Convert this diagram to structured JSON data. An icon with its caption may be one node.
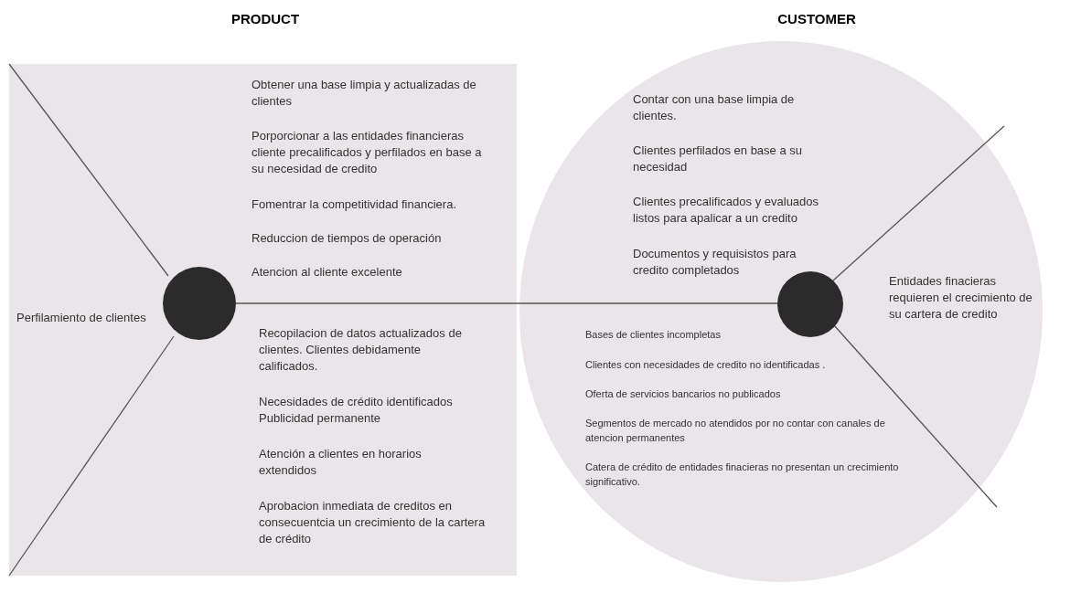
{
  "diagram": {
    "nodes": [
      {
        "text": [
          "PRODUCT",
          "Perfilamiento de clientes",
          "Obtener una base limpia y actualizadas de clientes",
          "Porporcionar a las entidades financieras cliente precalificados y perfilados en base a su necesidad de credito",
          "Fomentrar la competitividad financiera.",
          "Reduccion de tiempos de operación",
          "Atencion al cliente excelente",
          "Recopilacion de datos actualizados de clientes. Clientes debidamente calificados.",
          "Necesidades de crédito identificados Publicidad permanente",
          "Atención a clientes en horarios extendidos",
          "Aprobacion inmediata de creditos en consecuentcia un crecimiento de la cartera de crédito"
        ]
      },
      {
        "text": [],
        "shape": "circle",
        "in": 0
      },
      {
        "text": [
          "CUSTOMER",
          "Contar con una base limpia de clientes.",
          "Clientes perfilados en base a su necesidad",
          "Clientes precalificados y evaluados listos para apalicar a un credito",
          "Documentos y requisistos para credito completados",
          "Entidades finacieras requieren el crecimiento de su cartera de credito",
          "Bases de clientes incompletas",
          "Clientes con necesidades de credito no identificadas .",
          "Oferta de servicios bancarios no publicados",
          "Segmentos de mercado no atendidos por no contar con canales de atencion permanentes",
          "Catera de crédito de entidades finacieras no presentan un crecimiento significativo."
        ]
      },
      {
        "text": [],
        "shape": "circle",
        "in": 2
      }
    ],
    "edges": [
      {
        "from": 1,
        "to": 3,
        "arrow": "none"
      }
    ]
  }
}
